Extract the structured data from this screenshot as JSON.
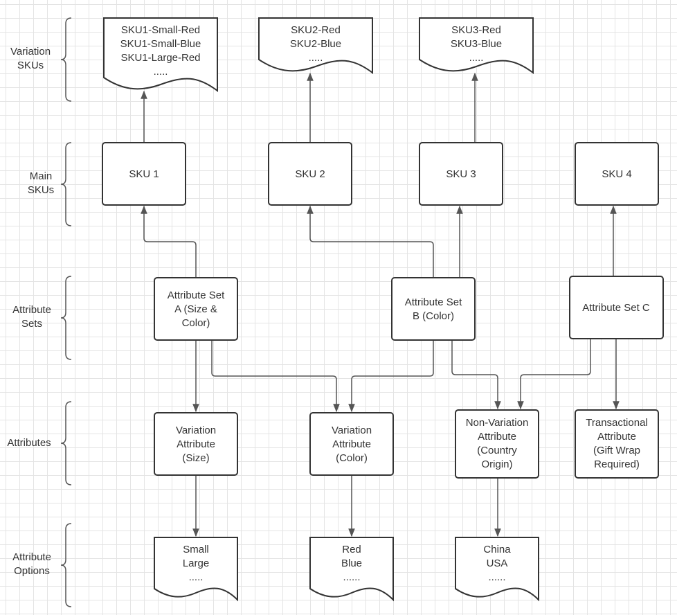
{
  "row_labels": {
    "variation_skus": [
      "Variation",
      "SKUs"
    ],
    "main_skus": [
      "Main",
      "SKUs"
    ],
    "attribute_sets": [
      "Attribute",
      "Sets"
    ],
    "attributes": [
      "Attributes"
    ],
    "attribute_options": [
      "Attribute",
      "Options"
    ]
  },
  "variation_skus": {
    "sku1": [
      "SKU1-Small-Red",
      "SKU1-Small-Blue",
      "SKU1-Large-Red",
      "....."
    ],
    "sku2": [
      "SKU2-Red",
      "SKU2-Blue",
      "....."
    ],
    "sku3": [
      "SKU3-Red",
      "SKU3-Blue",
      "....."
    ]
  },
  "main_skus": {
    "sku1": [
      "SKU 1"
    ],
    "sku2": [
      "SKU 2"
    ],
    "sku3": [
      "SKU 3"
    ],
    "sku4": [
      "SKU 4"
    ]
  },
  "attribute_sets": {
    "a": [
      "Attribute Set",
      "A (Size &",
      "Color)"
    ],
    "b": [
      "Attribute Set",
      "B (Color)"
    ],
    "c": [
      "Attribute Set C"
    ]
  },
  "attributes": {
    "size": [
      "Variation",
      "Attribute",
      "(Size)"
    ],
    "color": [
      "Variation",
      "Attribute",
      "(Color)"
    ],
    "country": [
      "Non-Variation",
      "Attribute",
      "(Country",
      "Origin)"
    ],
    "transactional": [
      "Transactional",
      "Attribute",
      "(Gift Wrap",
      "Required)"
    ]
  },
  "attribute_options": {
    "size": [
      "Small",
      "Large",
      "....."
    ],
    "color": [
      "Red",
      "Blue",
      "......"
    ],
    "country": [
      "China",
      "USA",
      "......"
    ]
  }
}
